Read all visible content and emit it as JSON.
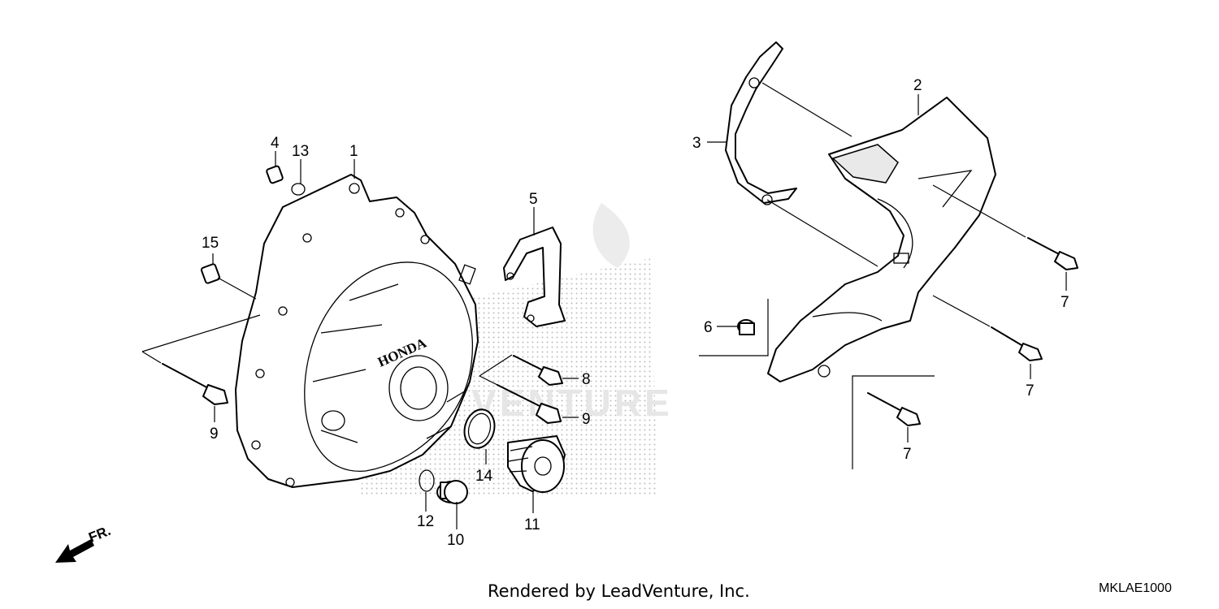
{
  "diagram": {
    "callouts": [
      {
        "id": "c1",
        "label": "1"
      },
      {
        "id": "c2",
        "label": "2"
      },
      {
        "id": "c3",
        "label": "3"
      },
      {
        "id": "c4",
        "label": "4"
      },
      {
        "id": "c5",
        "label": "5"
      },
      {
        "id": "c6",
        "label": "6"
      },
      {
        "id": "c7a",
        "label": "7"
      },
      {
        "id": "c7b",
        "label": "7"
      },
      {
        "id": "c7c",
        "label": "7"
      },
      {
        "id": "c8",
        "label": "8"
      },
      {
        "id": "c9a",
        "label": "9"
      },
      {
        "id": "c9b",
        "label": "9"
      },
      {
        "id": "c10",
        "label": "10"
      },
      {
        "id": "c11",
        "label": "11"
      },
      {
        "id": "c12",
        "label": "12"
      },
      {
        "id": "c13",
        "label": "13"
      },
      {
        "id": "c14",
        "label": "14"
      },
      {
        "id": "c15",
        "label": "15"
      }
    ],
    "cover_logo_text": "HONDA",
    "front_marker": "FR.",
    "watermark_text": "VENTURE",
    "footer_credit": "Rendered by LeadVenture, Inc.",
    "diagram_code": "MKLAE1000"
  }
}
